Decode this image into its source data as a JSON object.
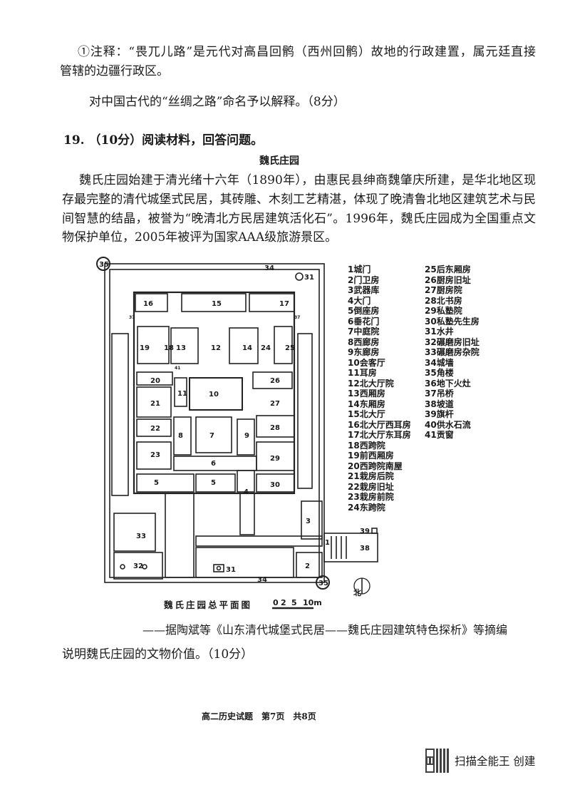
{
  "note": {
    "lines": [
      "①注释：“畏兀儿路”是元代对高昌回鹘（西州回鹘）故地的行政建置，属元廷直接",
      "管辖的边疆行政区。"
    ]
  },
  "q18_task": "对中国古代的“丝绸之路”命名予以解释。（8分）",
  "q19": {
    "heading": "19. （10分）阅读材料，回答问题。",
    "title": "魏氏庄园",
    "paragraph_lines": [
      "魏氏庄园始建于清光绪十六年（1890年），由惠民县绅商魏肇庆所建，是华北地区现",
      "存最完整的清代城堡式民居，其砖雕、木刻工艺精湛，体现了晚清鲁北地区建筑艺术与民",
      "间智慧的结晶，被誉为“晚清北方民居建筑活化石”。1996年，魏氏庄园成为全国重点文",
      "物保护单位，2005年被评为国家AAA级旅游景区。"
    ],
    "plan_caption": "魏氏庄园总平面图",
    "scale_labels": [
      "0",
      "2",
      "5",
      "10m"
    ],
    "north_label": "北",
    "source": "——据陶斌等《山东清代城堡式民居——魏氏庄园建筑特色探析》等摘编",
    "task": "说明魏氏庄园的文物价值。（10分）"
  },
  "plan_labels": [
    "35",
    "34",
    "31",
    "16",
    "15",
    "17",
    "37",
    "37",
    "19",
    "18",
    "13",
    "12",
    "14",
    "24",
    "25",
    "41",
    "20",
    "26",
    "11",
    "10",
    "21",
    "27",
    "22",
    "28",
    "8",
    "7",
    "9",
    "23",
    "29",
    "6",
    "5",
    "5",
    "30",
    "4",
    "3",
    "33",
    "1",
    "32",
    "31",
    "2",
    "34",
    "35",
    "39",
    "38"
  ],
  "legend": {
    "col1": [
      "1城门",
      "2门卫房",
      "3武器库",
      "4大门",
      "5倒座房",
      "6垂花门",
      "7中庭院",
      "8西廊房",
      "9东廊房",
      "10会客厅",
      "11耳房",
      "12北大厅院",
      "13西厢房",
      "14东厢房",
      "15北大厅",
      "16北大厅西耳房",
      "17北大厅东耳房",
      "18西跨院",
      "19前西厢房",
      "20西跨院南屋",
      "21栽房后院",
      "22栽房旧址",
      "23栽房前院",
      "24东跨院"
    ],
    "col2": [
      "25后东厢房",
      "26厨房旧址",
      "27厨房院",
      "28北书房",
      "29私塾院",
      "30私塾先生房",
      "31水井",
      "32碾磨房旧址",
      "33碾磨房杂院",
      "34城墙",
      "35角楼",
      "36地下火灶",
      "37吊桥",
      "38坡道",
      "39旗杆",
      "40供水石流",
      "41贡窗"
    ]
  },
  "footer": "高二历史试题　第7页　共8页",
  "watermark": "扫描全能王 创建"
}
